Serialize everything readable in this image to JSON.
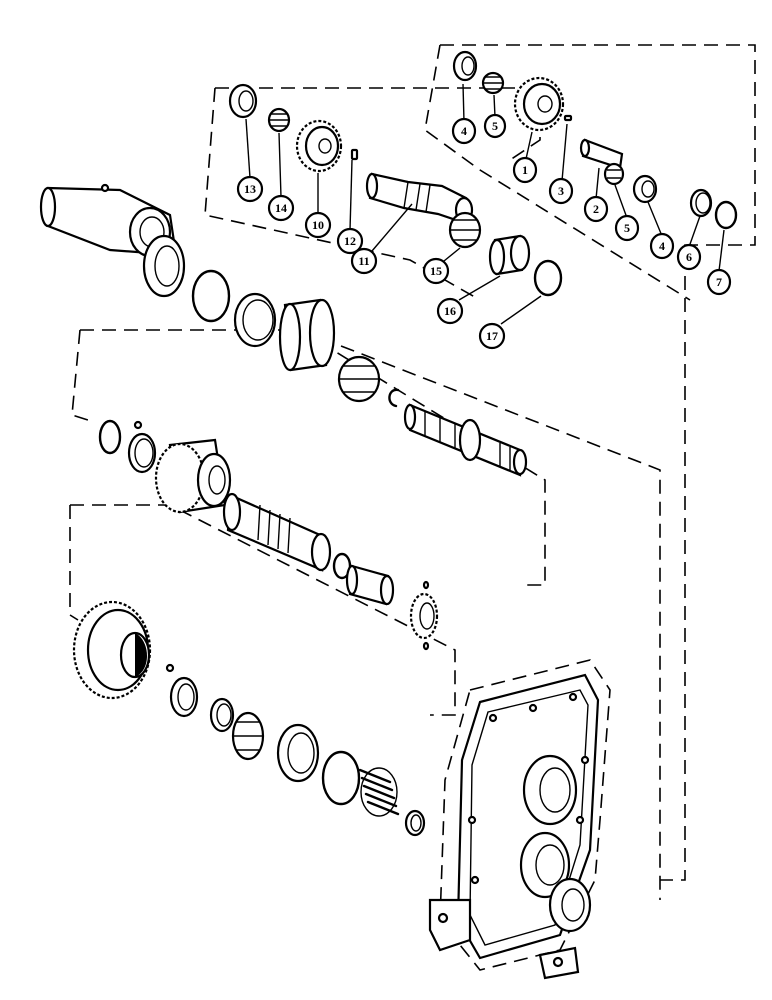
{
  "diagram": {
    "callouts": [
      {
        "id": "c1",
        "label": "1"
      },
      {
        "id": "c2",
        "label": "2"
      },
      {
        "id": "c3",
        "label": "3"
      },
      {
        "id": "c4a",
        "label": "4"
      },
      {
        "id": "c4b",
        "label": "4"
      },
      {
        "id": "c5a",
        "label": "5"
      },
      {
        "id": "c5b",
        "label": "5"
      },
      {
        "id": "c6",
        "label": "6"
      },
      {
        "id": "c7",
        "label": "7"
      },
      {
        "id": "c10",
        "label": "10"
      },
      {
        "id": "c11",
        "label": "11"
      },
      {
        "id": "c12",
        "label": "12"
      },
      {
        "id": "c13",
        "label": "13"
      },
      {
        "id": "c14",
        "label": "14"
      },
      {
        "id": "c15",
        "label": "15"
      },
      {
        "id": "c16",
        "label": "16"
      },
      {
        "id": "c17",
        "label": "17"
      }
    ]
  }
}
